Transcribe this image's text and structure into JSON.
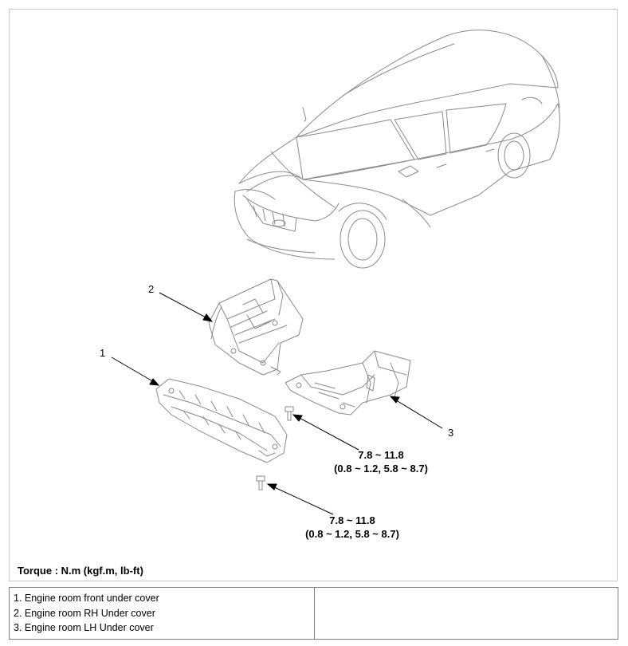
{
  "callouts": {
    "c1": "1",
    "c2": "2",
    "c3": "3"
  },
  "torque_rear": {
    "value": "7.8 ~ 11.8",
    "alt": "(0.8 ~ 1.2, 5.8 ~ 8.7)"
  },
  "torque_front": {
    "value": "7.8 ~ 11.8",
    "alt": "(0.8 ~ 1.2, 5.8 ~ 8.7)"
  },
  "torque_note": "Torque : N.m (kgf.m, lb-ft)",
  "legend": {
    "items": [
      "1. Engine room front under cover",
      "2. Engine room RH Under cover",
      "3. Engine room LH Under cover"
    ]
  }
}
